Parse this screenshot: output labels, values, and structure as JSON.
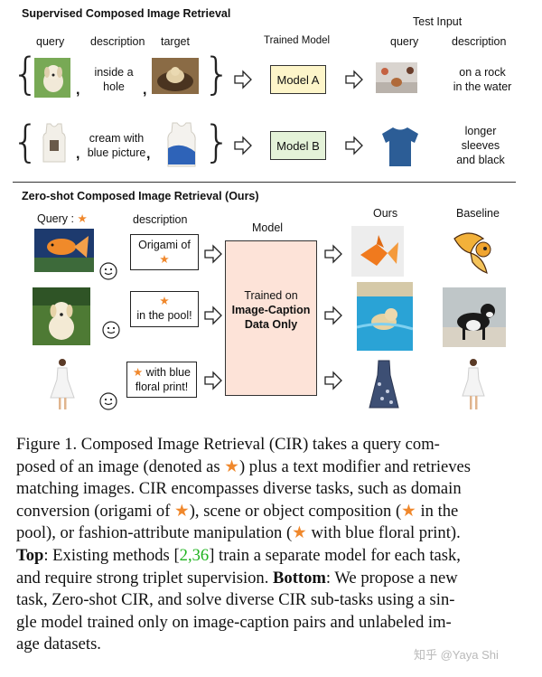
{
  "top": {
    "title": "Supervised Composed Image Retrieval",
    "col_query": "query",
    "col_description": "description",
    "col_target": "target",
    "trained_model": "Trained Model",
    "test_input": "Test Input",
    "test_query": "query",
    "test_description": "description",
    "row1": {
      "desc_line1": "inside a",
      "desc_line2": "hole",
      "model": "Model A",
      "test_line1": "on a rock",
      "test_line2": "in the water"
    },
    "row2": {
      "desc_line1": "cream with",
      "desc_line2": "blue picture",
      "model": "Model B",
      "test_line1": "longer",
      "test_line2": "sleeves",
      "test_line3": "and black"
    },
    "comma": ","
  },
  "bottom": {
    "title": "Zero-shot Composed Image Retrieval (Ours)",
    "query_label": "Query :",
    "description": "description",
    "model": "Model",
    "ours": "Ours",
    "baseline": "Baseline",
    "model_line1": "Trained on",
    "model_line2": "Image-Caption",
    "model_line3": "Data Only",
    "row1": {
      "bubble_line1": "Origami of"
    },
    "row2": {
      "bubble_line2": "in the pool!"
    },
    "row3": {
      "bubble_line1": "with blue",
      "bubble_line2": "floral print!"
    },
    "star": "★"
  },
  "caption": {
    "l1": "Figure 1.  Composed Image Retrieval (CIR) takes a query com-",
    "l2a": "posed of an image (denoted as ",
    "l2b": ") plus a text modifier and retrieves",
    "l3": "matching images. CIR encompasses diverse tasks, such as domain",
    "l4a": "conversion (origami of ",
    "l4b": "), scene or object composition (",
    "l4c": " in the",
    "l5a": "pool), or fashion-attribute manipulation (",
    "l5b": " with blue floral print).",
    "l6_top": "Top",
    "l6a": ": Existing methods [",
    "l6_ref1": "2",
    "l6_comma": ",",
    "l6_ref2": "36",
    "l6b": "] train a separate model for each task,",
    "l7a": "and require strong triplet supervision. ",
    "l7_bottom": "Bottom",
    "l7b": ": We propose a new",
    "l8": "task, Zero-shot CIR, and solve diverse CIR sub-tasks using a sin-",
    "l9": "gle model trained only on image-caption pairs and unlabeled im-",
    "l10": "age datasets."
  },
  "watermark": "知乎 @Yaya Shi",
  "colors": {
    "star": "#f0882c",
    "modelA": "#fdf5c9",
    "modelB": "#e4f2d8",
    "model_big": "#fde3d8",
    "ref": "#1fb31f"
  }
}
